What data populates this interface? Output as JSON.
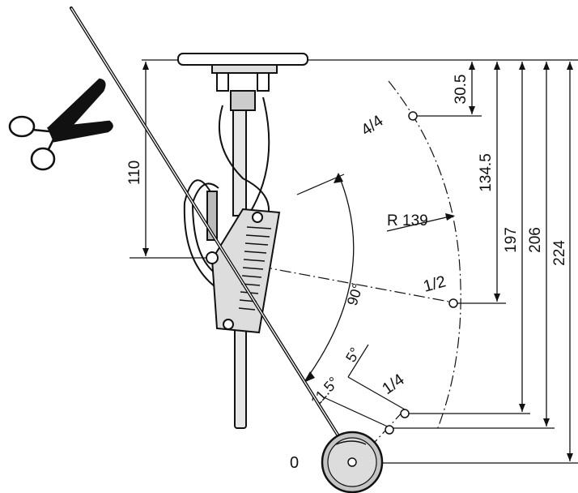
{
  "dimensions": {
    "d30_5": "30.5",
    "d134_5": "134.5",
    "d197": "197",
    "d206": "206",
    "d224": "224",
    "d110": "110",
    "radius": "R 139"
  },
  "marks": {
    "full": "4/4",
    "half": "1/2",
    "quarter": "1/4",
    "zero": "0"
  },
  "angles": {
    "a90": "90°",
    "a11_5": "11.5°",
    "a5": "5°"
  },
  "icons": {
    "cut": "scissors-icon"
  },
  "colors": {
    "ink": "#111111",
    "float_fill": "#bdbdbd",
    "spring_fill": "#dddddd"
  }
}
